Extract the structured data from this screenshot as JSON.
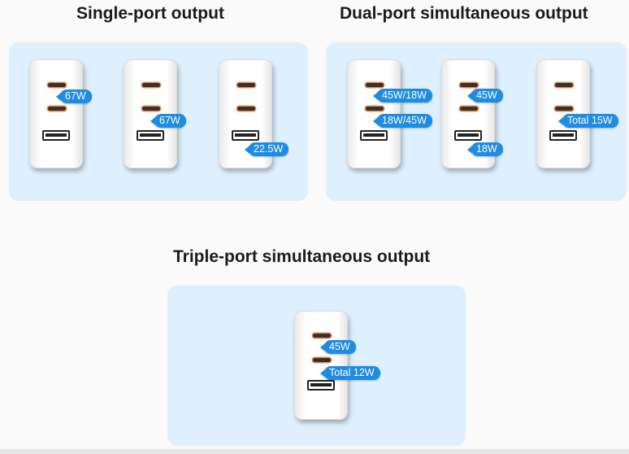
{
  "sections": {
    "single": {
      "title": "Single-port output",
      "chargers": [
        {
          "tags": [
            "67W"
          ]
        },
        {
          "tags": [
            "67W"
          ]
        },
        {
          "tags": [
            "22.5W"
          ]
        }
      ]
    },
    "dual": {
      "title": "Dual-port simultaneous output",
      "chargers": [
        {
          "tags": [
            "45W/18W",
            "18W/45W"
          ]
        },
        {
          "tags": [
            "45W",
            "18W"
          ]
        },
        {
          "tags": [
            "Total 15W"
          ]
        }
      ]
    },
    "triple": {
      "title": "Triple-port simultaneous output",
      "chargers": [
        {
          "tags": [
            "45W",
            "Total 12W"
          ]
        }
      ]
    }
  },
  "colors": {
    "panel_bg": "#def0fd",
    "tag_bg": "#1e8ce0",
    "port_accent": "#ee8a4a"
  }
}
